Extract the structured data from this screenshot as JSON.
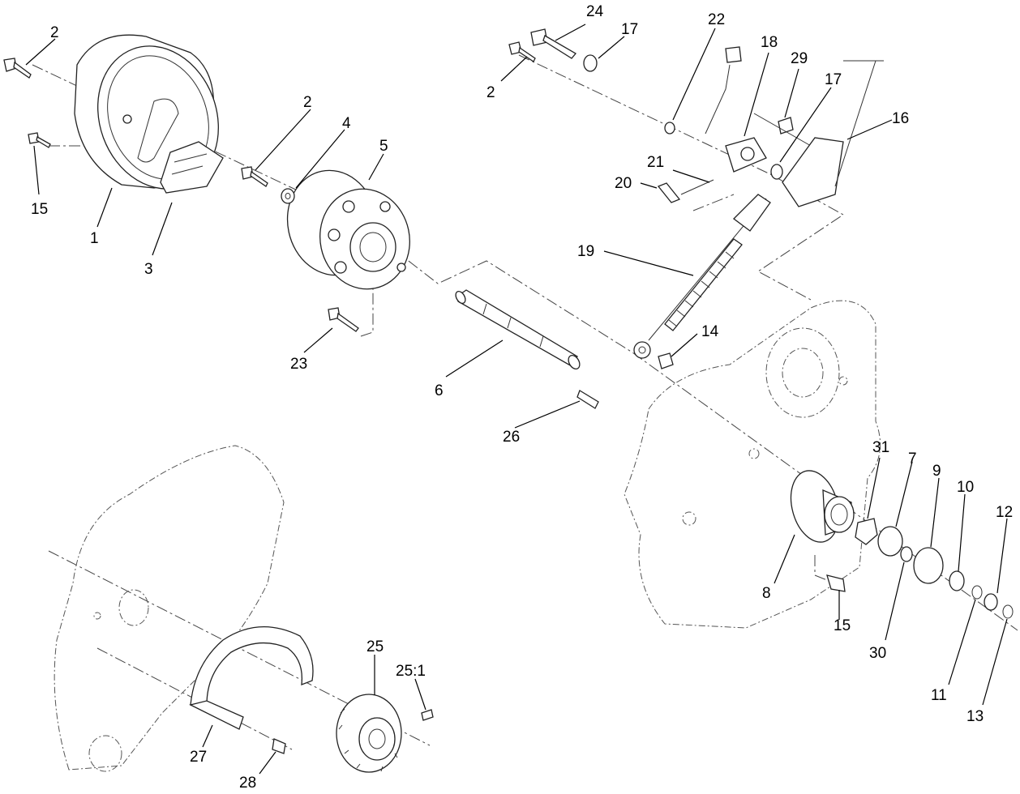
{
  "callouts": {
    "c1": "1",
    "c2a": "2",
    "c2b": "2",
    "c2c": "2",
    "c3": "3",
    "c4": "4",
    "c5": "5",
    "c6": "6",
    "c7": "7",
    "c8": "8",
    "c9": "9",
    "c10": "10",
    "c11": "11",
    "c12": "12",
    "c13": "13",
    "c14": "14",
    "c15a": "15",
    "c15b": "15",
    "c16": "16",
    "c17a": "17",
    "c17b": "17",
    "c18": "18",
    "c19": "19",
    "c20": "20",
    "c21": "21",
    "c22": "22",
    "c23": "23",
    "c24": "24",
    "c25": "25",
    "c25_1": "25:1",
    "c26": "26",
    "c27": "27",
    "c28": "28",
    "c29": "29",
    "c30": "30",
    "c31": "31"
  }
}
